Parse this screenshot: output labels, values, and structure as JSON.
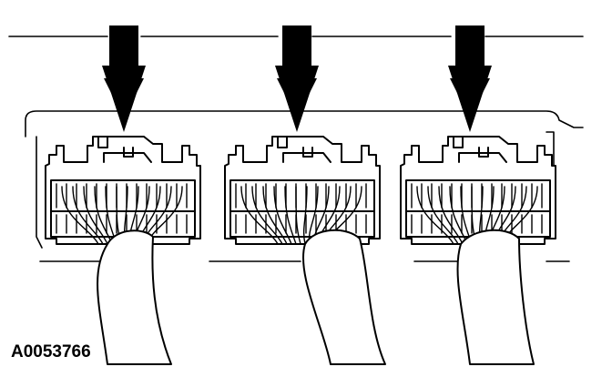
{
  "figure": {
    "id_label": "A0053766",
    "connectors": [
      {
        "name": "connector-left"
      },
      {
        "name": "connector-center"
      },
      {
        "name": "connector-right"
      }
    ]
  }
}
